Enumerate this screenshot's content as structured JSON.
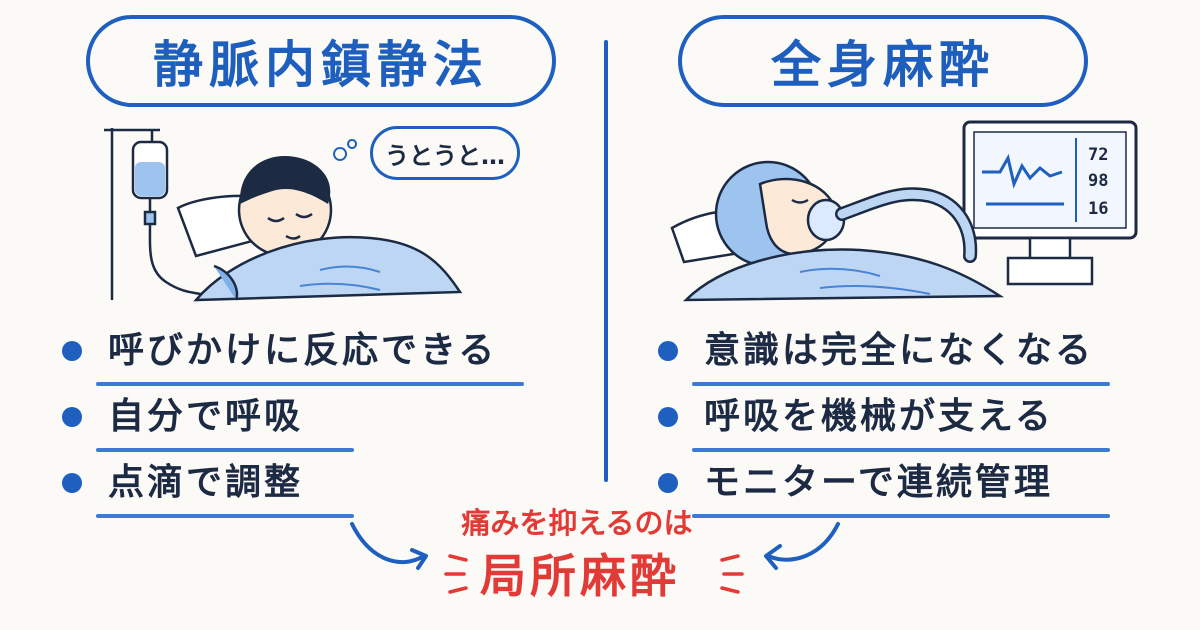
{
  "left": {
    "title": "静脈内鎮静法",
    "speech": "うとうと…",
    "items": [
      "呼びかけに反応できる",
      "自分で呼吸",
      "点滴で調整"
    ]
  },
  "right": {
    "title": "全身麻酔",
    "items": [
      "意識は完全になくなる",
      "呼吸を機械が支える",
      "モニターで連続管理"
    ],
    "monitor": {
      "values": [
        "72",
        "98",
        "16"
      ]
    }
  },
  "note": {
    "line1": "痛みを抑えるのは",
    "line2": "局所麻酔"
  },
  "colors": {
    "blue": "#1f5fbf",
    "red": "#e23a36",
    "ink": "#1c2a44"
  }
}
